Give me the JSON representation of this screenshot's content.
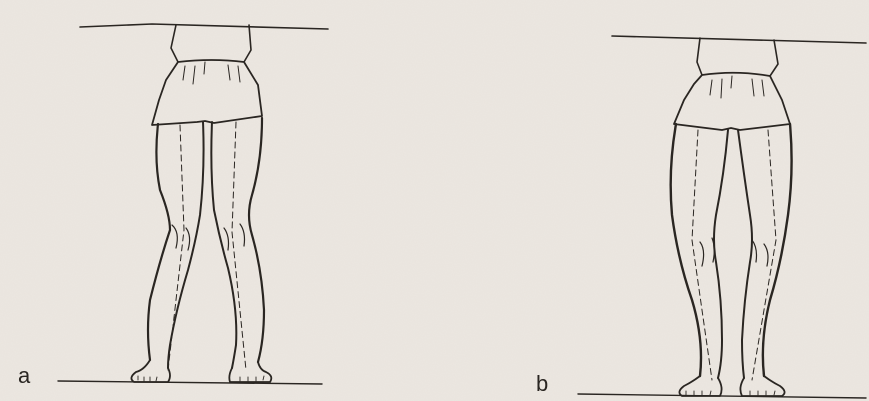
{
  "figure": {
    "panels": [
      {
        "id": "a",
        "label": "a",
        "depiction": "legs-knock-knee"
      },
      {
        "id": "b",
        "label": "b",
        "depiction": "legs-bow-legged"
      }
    ],
    "colors": {
      "paper": "#ece7e1",
      "ink": "#2a2622"
    }
  }
}
